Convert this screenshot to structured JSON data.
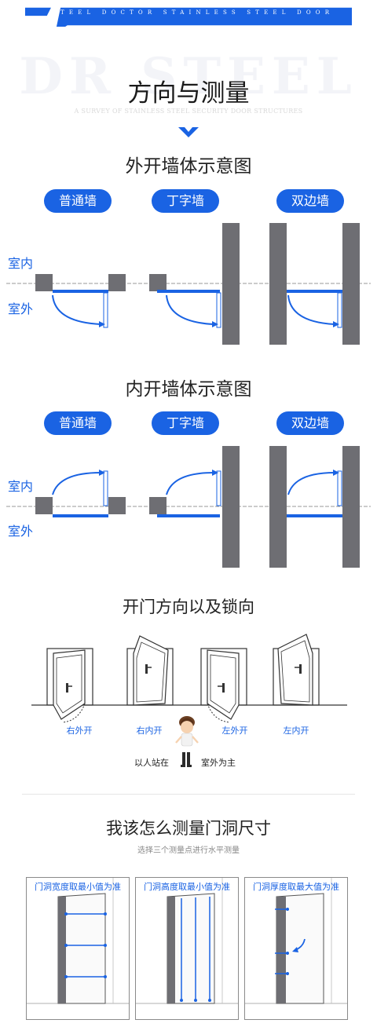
{
  "header": {
    "brand_line": "STEEL DOCTOR STAINLESS STEEL DOOR",
    "background_word": "DR STEEL",
    "title": "方向与测量",
    "subtitle": "A SURVEY OF STAINLESS STEEL SECURITY DOOR STRUCTURES"
  },
  "outward": {
    "title": "外开墙体示意图",
    "tags": [
      "普通墙",
      "丁字墙",
      "双边墙"
    ],
    "indoor_label": "室内",
    "outdoor_label": "室外"
  },
  "inward": {
    "title": "内开墙体示意图",
    "tags": [
      "普通墙",
      "丁字墙",
      "双边墙"
    ],
    "indoor_label": "室内",
    "outdoor_label": "室外"
  },
  "opening": {
    "title": "开门方向以及锁向",
    "doors": [
      "右外开",
      "右内开",
      "左外开",
      "左内开"
    ],
    "stand_prefix": "以人站在",
    "stand_suffix": "室外为主"
  },
  "measure": {
    "title": "我该怎么测量门洞尺寸",
    "subtitle": "选择三个测量点进行水平测量",
    "panels": [
      "门洞宽度取最小值为准",
      "门洞高度取最小值为准",
      "门洞厚度取最大值为准"
    ]
  },
  "colors": {
    "accent": "#1a63e3",
    "wall": "#6e6e73",
    "text": "#222222"
  }
}
